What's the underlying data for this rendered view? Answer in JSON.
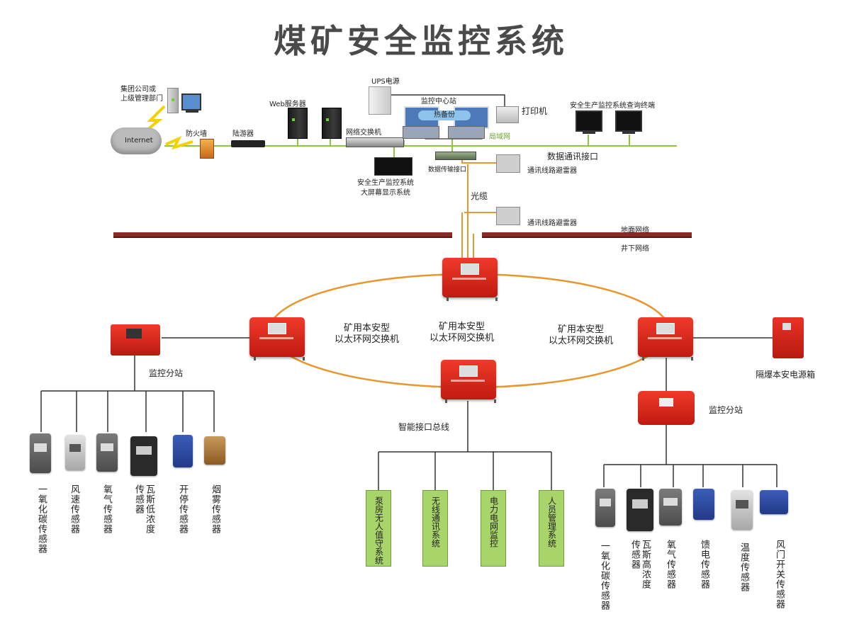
{
  "title": "煤矿安全监控系统",
  "surface": {
    "group_company": "集团公司或\n上级管理部门",
    "internet": "Internet",
    "firewall": "防火墙",
    "router": "陆游器",
    "web_server": "Web服务器",
    "ups": "UPS电源",
    "control_center": "监控中心站",
    "hot_backup": "热备份",
    "printer": "打印机",
    "lan": "局域网",
    "network_switch": "网络交换机",
    "query_terminal": "安全生产监控系统查询终端",
    "data_comm_port": "数据通讯接口",
    "data_trans_port": "数据传输接口",
    "big_screen": "安全生产监控系统\n大屏幕显示系统",
    "surge_1": "通讯线路避雷器",
    "fiber": "光缆",
    "surge_2": "通讯线路避雷器",
    "surface_network": "地面网络",
    "underground_network": "井下网络"
  },
  "ring": {
    "switch_left": "矿用本安型\n以太环网交换机",
    "switch_center": "矿用本安型\n以太环网交换机",
    "switch_right": "矿用本安型\n以太环网交换机"
  },
  "left_station": {
    "label": "监控分站",
    "sensors": [
      "一氧化碳传感器",
      "风速传感器",
      "氧气传感器",
      "瓦斯低浓度传感器",
      "开停传感器",
      "烟雾传感器"
    ]
  },
  "bus": {
    "label": "智能接口总线",
    "systems": [
      "泵房无人值守系统",
      "无线通讯系统",
      "电力电网监控",
      "人员管理系统"
    ]
  },
  "right_station": {
    "label": "监控分站",
    "power_box": "隔爆本安电源箱",
    "sensors": [
      "一氧化碳传感器",
      "瓦斯高浓度传感器",
      "氧气传感器",
      "馈电传感器",
      "温度传感器",
      "风门开关传感器"
    ]
  },
  "colors": {
    "ring": "#e8962e",
    "lan": "#8cc63f",
    "switch_red": "#e0241a",
    "system_box": "#a9d46a",
    "ground_line": "#8a2a24"
  }
}
